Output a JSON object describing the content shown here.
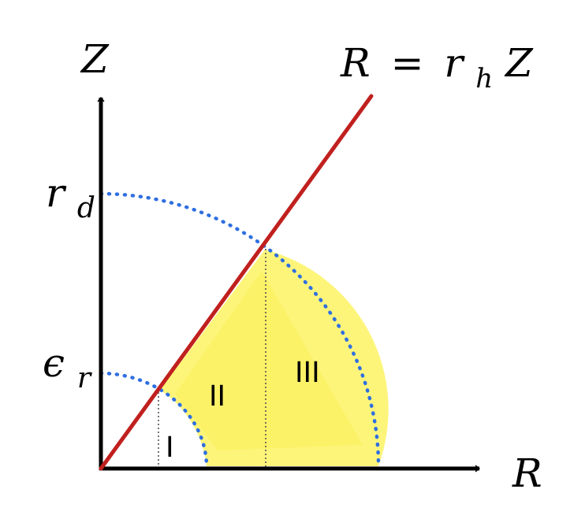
{
  "axes": {
    "vertical_label": "Z",
    "horizontal_label": "R"
  },
  "line_label": {
    "lhs": "R",
    "eq": "=",
    "r": "r",
    "sub": "h",
    "z": "Z"
  },
  "ticks": {
    "rd": {
      "base": "r",
      "sub": "d"
    },
    "er": {
      "base": "ϵ",
      "sub": "r"
    }
  },
  "regions": {
    "region_1": "I",
    "region_2": "II",
    "region_3": "III"
  },
  "colors": {
    "axis": "#000000",
    "line": "#c0201e",
    "arcs": "#2f6fe0",
    "fill": "#fdf57a",
    "guides": "#555555"
  }
}
